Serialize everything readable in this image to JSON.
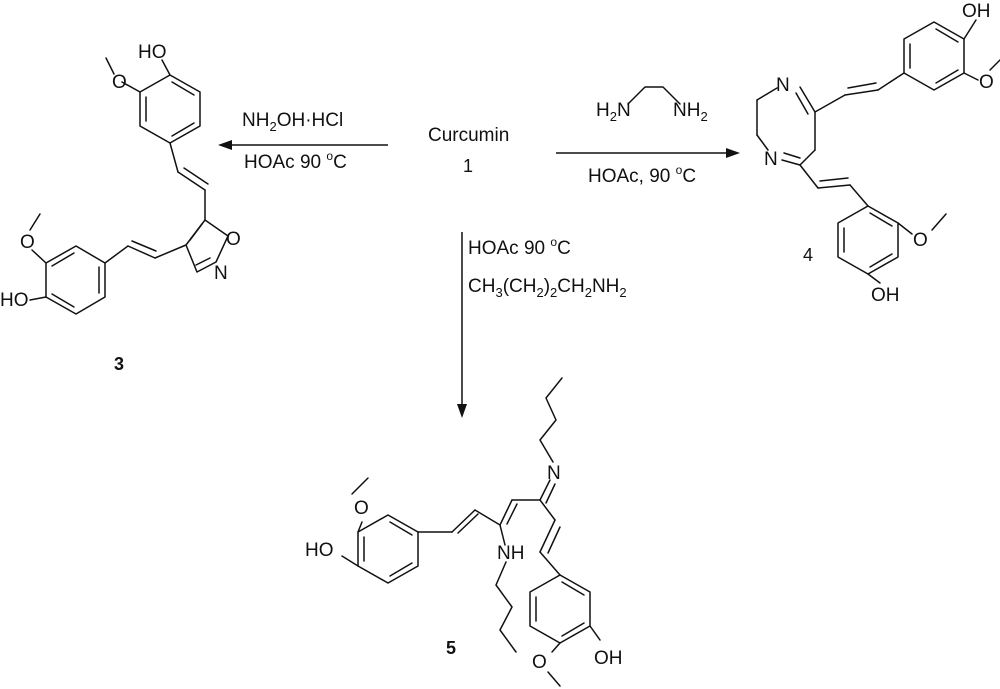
{
  "center": {
    "name": "Curcumin",
    "number": "1"
  },
  "left_reaction": {
    "reagent": [
      "NH",
      "2",
      "OH·HCl"
    ],
    "condition": [
      "HOAc 90 ",
      "o",
      "C"
    ]
  },
  "right_reaction": {
    "reagent_left": [
      "H",
      "2",
      "N"
    ],
    "reagent_right": [
      "NH",
      "2"
    ],
    "condition": [
      "HOAc, 90 ",
      "o",
      "C"
    ]
  },
  "down_reaction": {
    "condition": [
      "HOAc 90 ",
      "o",
      "C"
    ],
    "reagent": [
      "CH",
      "3",
      "(CH",
      "2",
      ")",
      "2",
      "CH",
      "2",
      "NH",
      "2"
    ]
  },
  "compounds": {
    "c3": {
      "number": "3",
      "labels": {
        "ho_top": "HO",
        "ho_bottom": "HO",
        "o_ring": "O",
        "n_ring": "N"
      }
    },
    "c4": {
      "number": "4",
      "labels": {
        "oh_top": "OH",
        "oh_bottom": "OH",
        "n_upper": "N",
        "n_lower": "N"
      }
    },
    "c5": {
      "number": "5",
      "labels": {
        "ho_left": "HO",
        "oh_bottom": "OH",
        "n_imine": "N",
        "nh": "NH"
      }
    }
  }
}
